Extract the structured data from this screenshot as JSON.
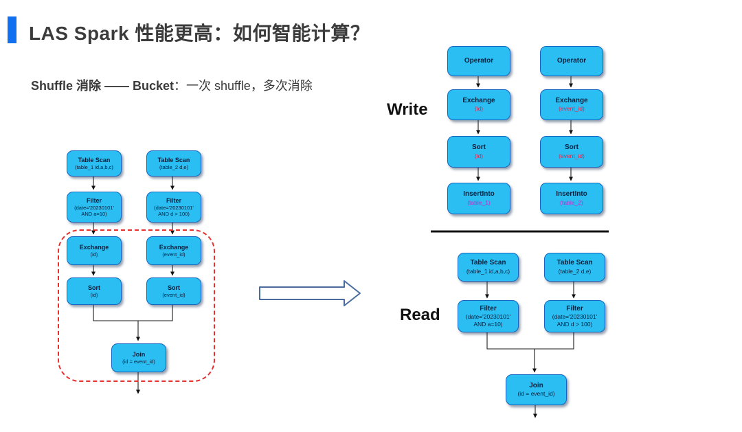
{
  "slide": {
    "title": "LAS Spark 性能更高：如何智能计算？",
    "subtitle_bold": "Shuffle 消除 —— Bucket",
    "subtitle_rest": "：一次 shuffle，多次消除"
  },
  "sections": {
    "write_label": "Write",
    "read_label": "Read"
  },
  "colors": {
    "node_fill": "#2abef2",
    "node_border": "#1565c0",
    "annotation_red": "#e8234a",
    "annotation_magenta": "#c928c9",
    "highlight_dashed_red": "#e53030",
    "title_bar_blue": "#1170f0"
  },
  "left_plan": {
    "scan1": {
      "title": "Table Scan",
      "sub": "(table_1 id,a,b,c)"
    },
    "scan2": {
      "title": "Table Scan",
      "sub": "(table_2 d,e)"
    },
    "filter1": {
      "title": "Filter",
      "sub1": "(date='20230101'",
      "sub2": "AND a=10)"
    },
    "filter2": {
      "title": "Filter",
      "sub1": "(date='20230101'",
      "sub2": "AND d > 100)"
    },
    "exchange1": {
      "title": "Exchange",
      "sub": "(id)"
    },
    "exchange2": {
      "title": "Exchange",
      "sub": "(event_id)"
    },
    "sort1": {
      "title": "Sort",
      "sub": "(id)"
    },
    "sort2": {
      "title": "Sort",
      "sub": "(event_id)"
    },
    "join": {
      "title": "Join",
      "sub": "(id = event_id)"
    }
  },
  "write_plan": {
    "operator1": {
      "title": "Operator"
    },
    "operator2": {
      "title": "Operator"
    },
    "exchange1": {
      "title": "Exchange",
      "sub": "(id)"
    },
    "exchange2": {
      "title": "Exchange",
      "sub": "(event_id)"
    },
    "sort1": {
      "title": "Sort",
      "sub": "(id)"
    },
    "sort2": {
      "title": "Sort",
      "sub": "(event_id)"
    },
    "insert1": {
      "title": "InsertInto",
      "sub": "(table_1)"
    },
    "insert2": {
      "title": "InsertInto",
      "sub": "(table_2)"
    }
  },
  "read_plan": {
    "scan1": {
      "title": "Table Scan",
      "sub": "(table_1 id,a,b,c)"
    },
    "scan2": {
      "title": "Table Scan",
      "sub": "(table_2 d,e)"
    },
    "filter1": {
      "title": "Filter",
      "sub1": "(date='20230101'",
      "sub2": "AND a=10)"
    },
    "filter2": {
      "title": "Filter",
      "sub1": "(date='20230101'",
      "sub2": "AND d > 100)"
    },
    "join": {
      "title": "Join",
      "sub": "(id = event_id)"
    }
  }
}
